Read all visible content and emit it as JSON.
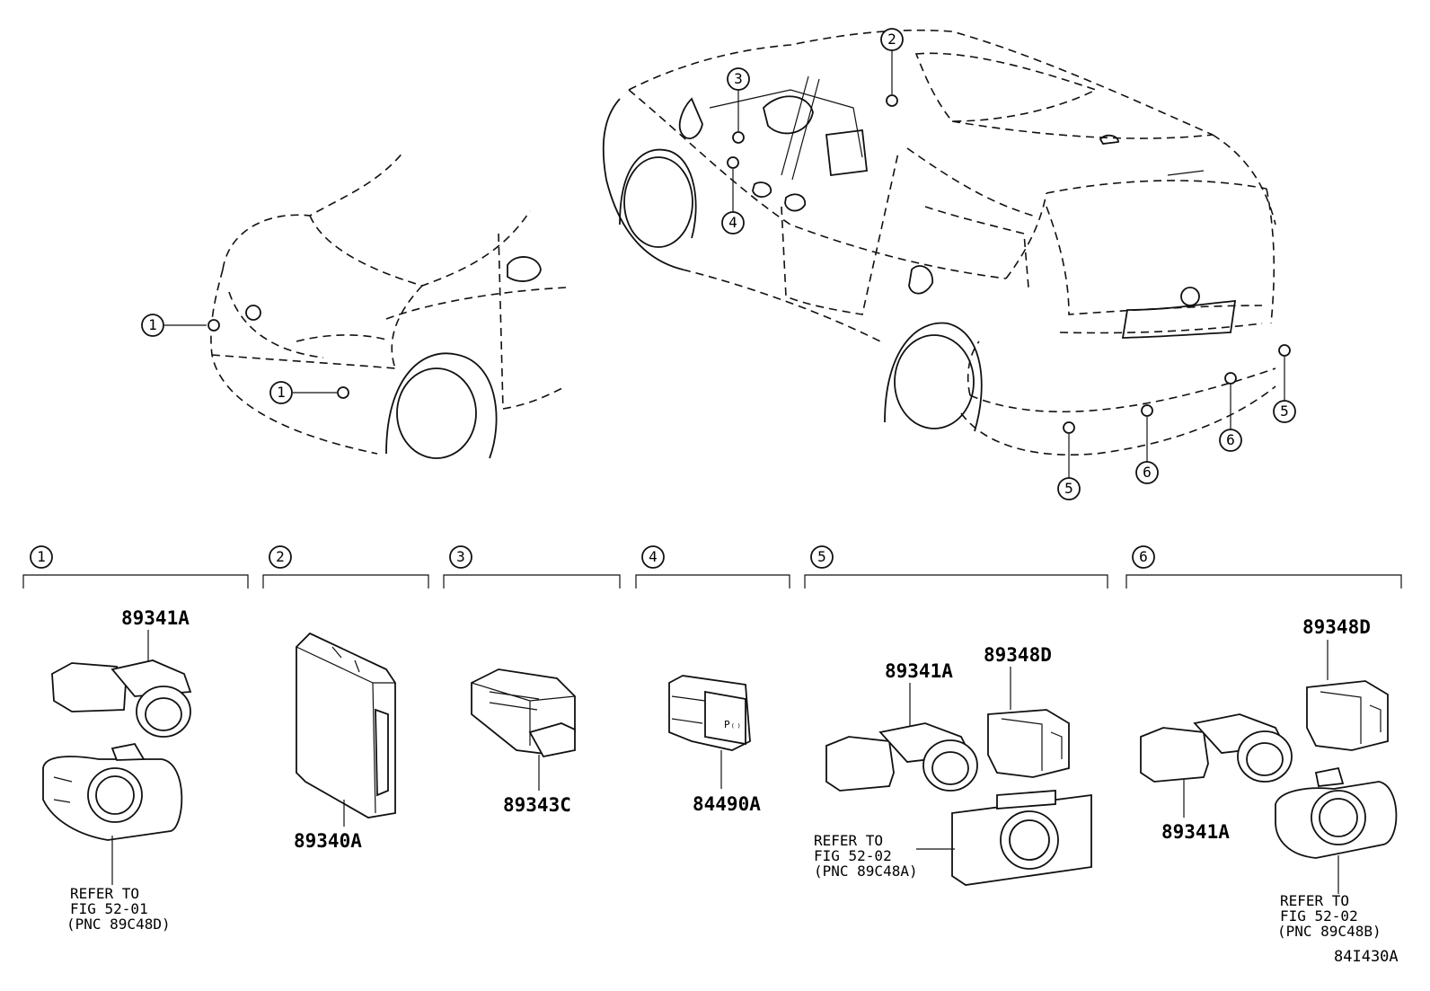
{
  "callouts": [
    "1",
    "2",
    "3",
    "4",
    "5",
    "6"
  ],
  "sections": [
    {
      "num": "1",
      "parts": [
        "89341A"
      ],
      "refer": [
        "REFER TO",
        "FIG 52-01",
        "(PNC 89C48D)"
      ]
    },
    {
      "num": "2",
      "parts": [
        "89340A"
      ]
    },
    {
      "num": "3",
      "parts": [
        "89343C"
      ]
    },
    {
      "num": "4",
      "parts": [
        "84490A"
      ]
    },
    {
      "num": "5",
      "parts": [
        "89341A",
        "89348D"
      ],
      "refer": [
        "REFER TO",
        "FIG 52-02",
        "(PNC 89C48A)"
      ]
    },
    {
      "num": "6",
      "parts": [
        "89348D",
        "89341A"
      ],
      "refer": [
        "REFER TO",
        "FIG 52-02",
        "(PNC 89C48B)"
      ]
    }
  ],
  "diagram_code": "84I430A"
}
